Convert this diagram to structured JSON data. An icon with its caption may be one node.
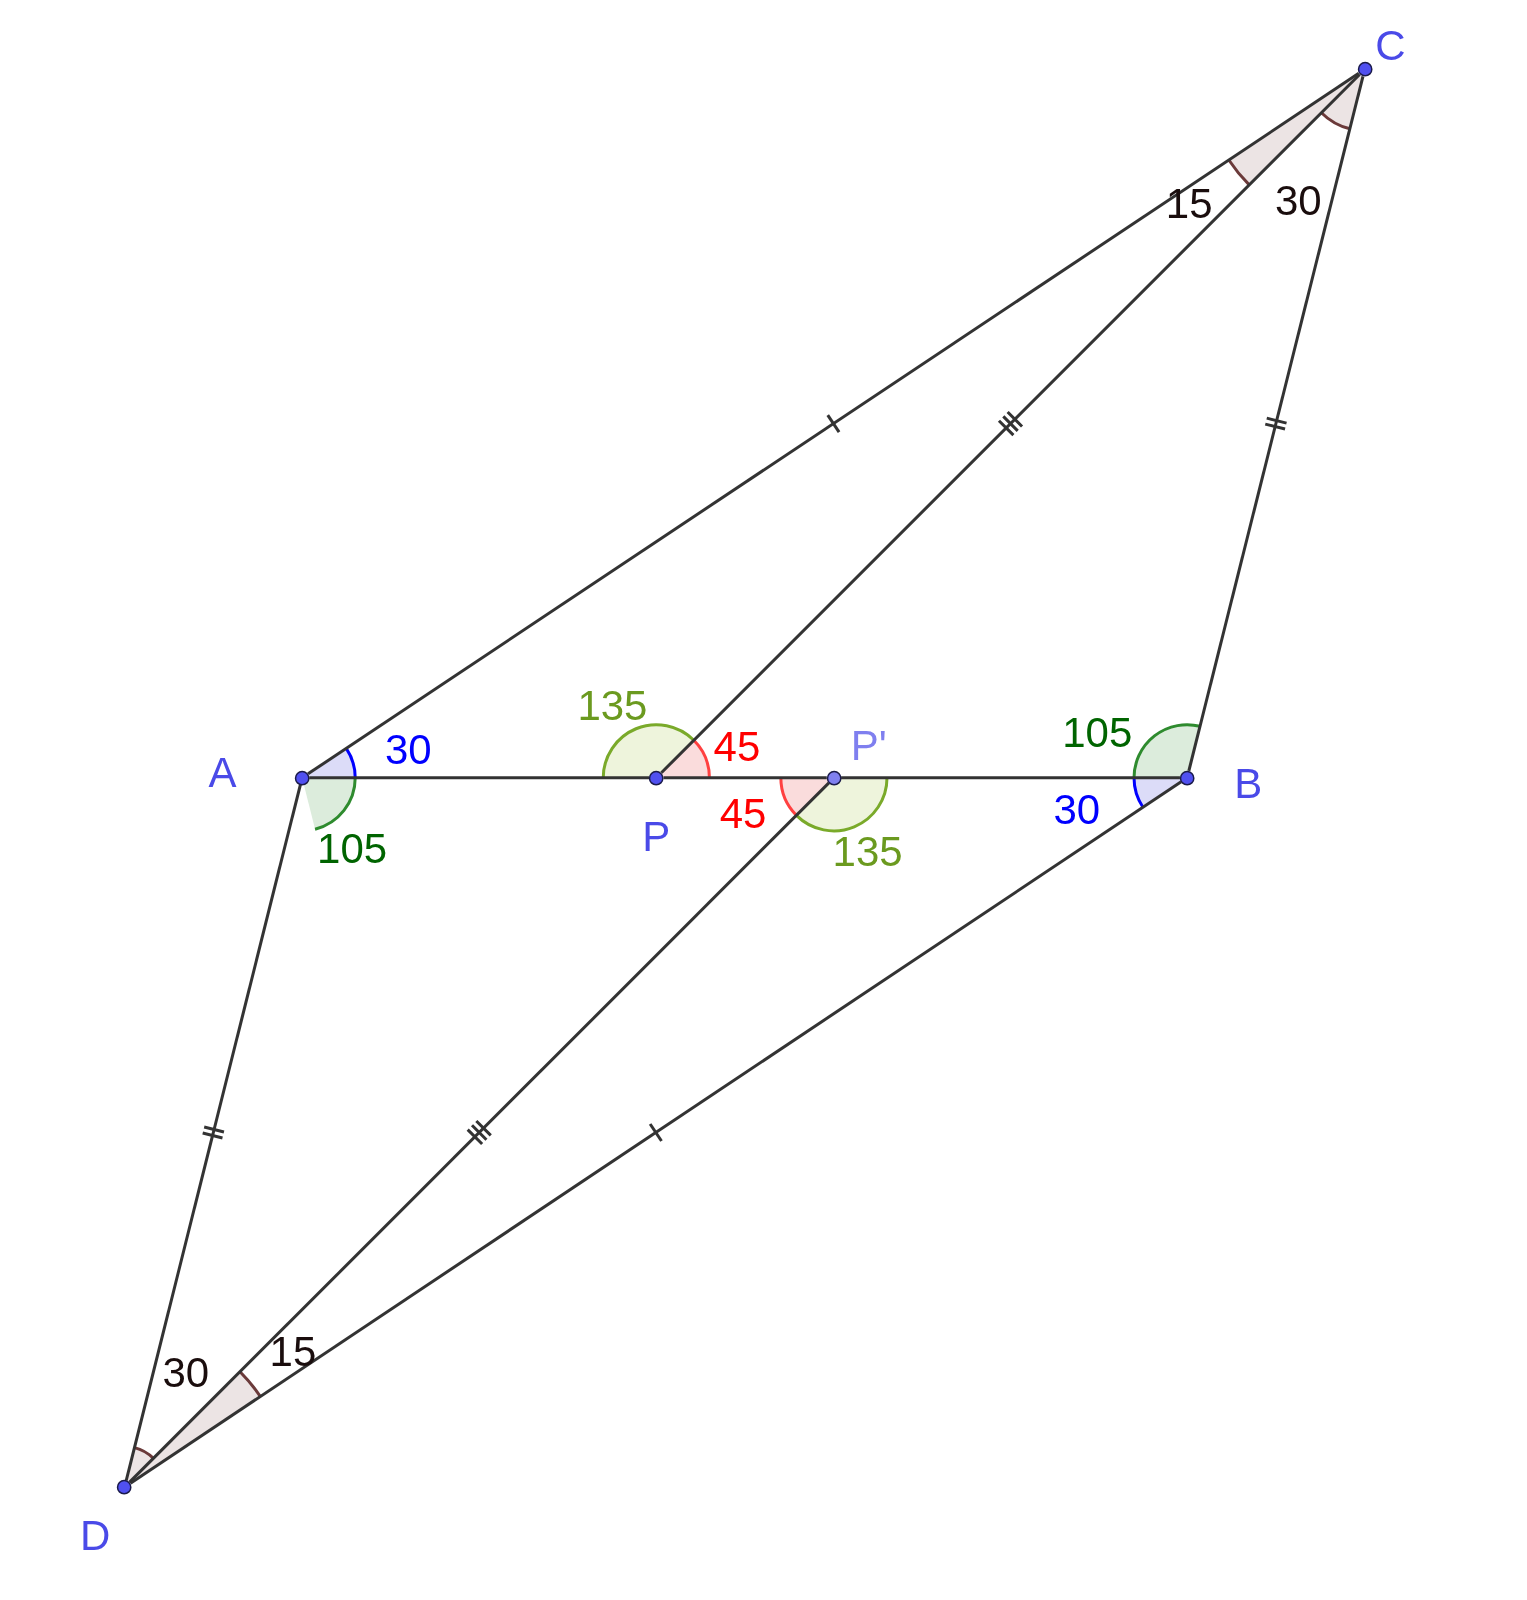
{
  "diagram": {
    "nodes": [
      {
        "text": [
          "C"
        ]
      },
      {
        "text": [
          "P'"
        ]
      },
      {
        "text": [
          "A"
        ]
      },
      {
        "text": [
          "P"
        ]
      },
      {
        "text": [
          "B"
        ]
      },
      {
        "text": [
          "D"
        ]
      }
    ],
    "edges": [
      {
        "from": 2,
        "to": 3,
        "arrow": "none"
      },
      {
        "from": 3,
        "to": 1,
        "arrow": "none"
      },
      {
        "from": 1,
        "to": 4,
        "arrow": "none"
      },
      {
        "from": 2,
        "to": 0,
        "arrow": "none"
      },
      {
        "from": 3,
        "to": 0,
        "arrow": "none"
      },
      {
        "from": 4,
        "to": 0,
        "arrow": "none"
      },
      {
        "from": 2,
        "to": 5,
        "arrow": "none"
      },
      {
        "from": 1,
        "to": 5,
        "arrow": "none"
      },
      {
        "from": 4,
        "to": 5,
        "arrow": "none"
      }
    ],
    "labels": [
      "30",
      "15",
      "135",
      "105",
      "45",
      "30",
      "30",
      "45",
      "105",
      "135",
      "15",
      "30"
    ]
  }
}
